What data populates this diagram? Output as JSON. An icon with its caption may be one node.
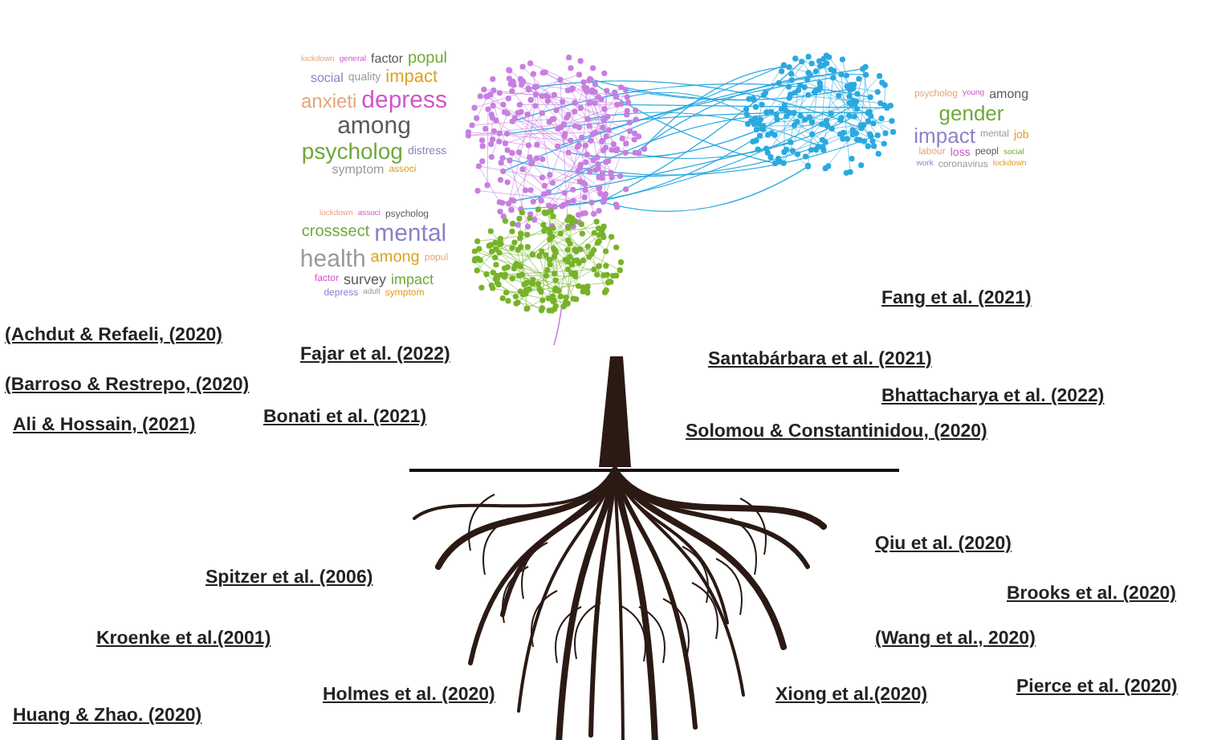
{
  "diagram": {
    "labels": [
      "lockdown",
      "general",
      "factor",
      "popul",
      "social",
      "quality",
      "impact",
      "anxieti",
      "depress",
      "among",
      "psycholog",
      "distress",
      "symptom",
      "associ",
      "psycholog",
      "young",
      "among",
      "gender",
      "impact",
      "mental",
      "job",
      "labour",
      "loss",
      "peopl",
      "social",
      "work",
      "coronavirus",
      "lockdown",
      "lockdown",
      "associ",
      "psycholog",
      "crosssect",
      "mental",
      "health",
      "among",
      "popul",
      "factor",
      "survey",
      "impact",
      "depress",
      "adult",
      "symptom",
      "Fang et al. (2021)",
      "(Achdut & Refaeli, (2020)",
      "Fajar et al. (2022)",
      "Santabárbara et al. (2021)",
      "(Barroso & Restrepo, (2020)",
      "Bhattacharya et al. (2022)",
      "Bonati et al. (2021)",
      "Ali & Hossain, (2021)",
      "Solomou & Constantinidou, (2020)",
      "Qiu et al. (2020)",
      "Spitzer et al. (2006)",
      "Brooks et al. (2020)",
      "Kroenke et al.(2001)",
      "(Wang et al., 2020)",
      "Pierce et al. (2020)",
      "Holmes et al. (2020)",
      "Xiong et al.(2020)",
      "Huang & Zhao. (2020)"
    ]
  }
}
